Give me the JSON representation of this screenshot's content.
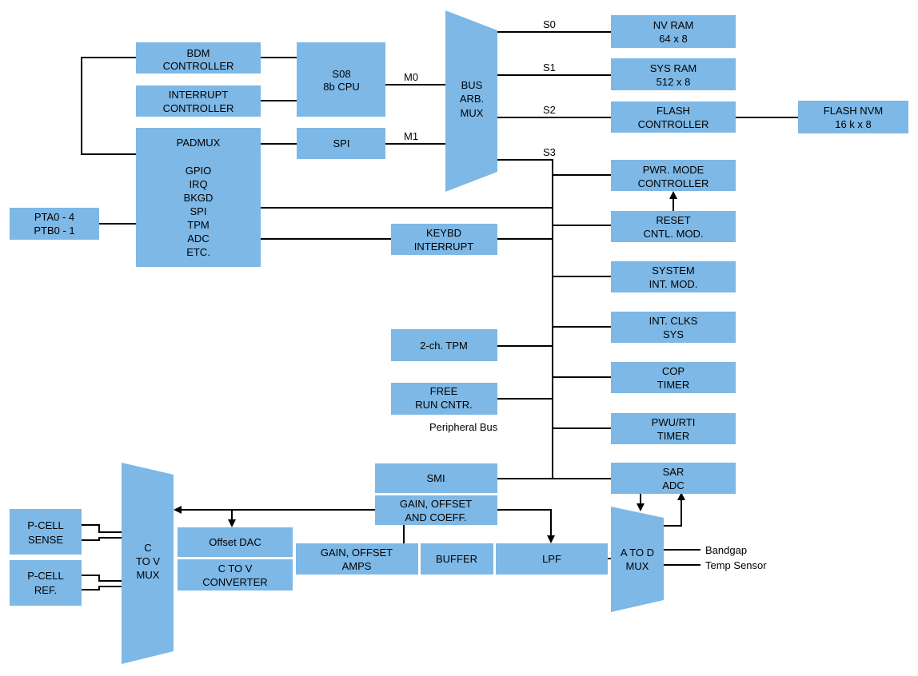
{
  "blocks": {
    "bdm": [
      "BDM",
      "CONTROLLER"
    ],
    "interrupt": [
      "INTERRUPT",
      "CONTROLLER"
    ],
    "cpu": [
      "S08",
      "8b CPU"
    ],
    "padmux": [
      "PADMUX",
      "",
      "GPIO",
      "IRQ",
      "BKGD",
      "SPI",
      "TPM",
      "ADC",
      "ETC."
    ],
    "spi": [
      "SPI"
    ],
    "pta": [
      "PTA0 - 4",
      "PTB0 - 1"
    ],
    "busmux": [
      "BUS",
      "ARB.",
      "MUX"
    ],
    "nvram": [
      "NV RAM",
      "64 x 8"
    ],
    "sysram": [
      "SYS RAM",
      "512 x 8"
    ],
    "flashctl": [
      "FLASH",
      "CONTROLLER"
    ],
    "flashnvm": [
      "FLASH NVM",
      "16 k x 8"
    ],
    "pwrmode": [
      "PWR. MODE",
      "CONTROLLER"
    ],
    "reset": [
      "RESET",
      "CNTL. MOD."
    ],
    "keybd": [
      "KEYBD",
      "INTERRUPT"
    ],
    "sysint": [
      "SYSTEM",
      "INT. MOD."
    ],
    "intclks": [
      "INT. CLKS",
      "SYS"
    ],
    "tpm2": [
      "2-ch. TPM"
    ],
    "cop": [
      "COP",
      "TIMER"
    ],
    "freerun": [
      "FREE",
      "RUN CNTR."
    ],
    "pwu": [
      "PWU/RTI",
      "TIMER"
    ],
    "smi": [
      "SMI"
    ],
    "gaincoeff": [
      "GAIN, OFFSET",
      "AND COEFF."
    ],
    "sar": [
      "SAR",
      "ADC"
    ],
    "ctovmux": [
      "C",
      "TO V",
      "MUX"
    ],
    "pcellsense": [
      "P-CELL",
      "SENSE"
    ],
    "pcellref": [
      "P-CELL",
      "REF."
    ],
    "offsetdac": [
      "Offset DAC"
    ],
    "ctovconv": [
      "C TO V",
      "CONVERTER"
    ],
    "gainamps": [
      "GAIN, OFFSET",
      "AMPS"
    ],
    "buffer": [
      "BUFFER"
    ],
    "lpf": [
      "LPF"
    ],
    "atod": [
      "A TO D",
      "MUX"
    ]
  },
  "labels": {
    "m0": "M0",
    "m1": "M1",
    "s0": "S0",
    "s1": "S1",
    "s2": "S2",
    "s3": "S3",
    "peripheral_bus": "Peripheral Bus",
    "bandgap": "Bandgap",
    "temp_sensor": "Temp Sensor"
  },
  "colors": {
    "block_fill": "#7db8e6",
    "line": "#000000"
  }
}
